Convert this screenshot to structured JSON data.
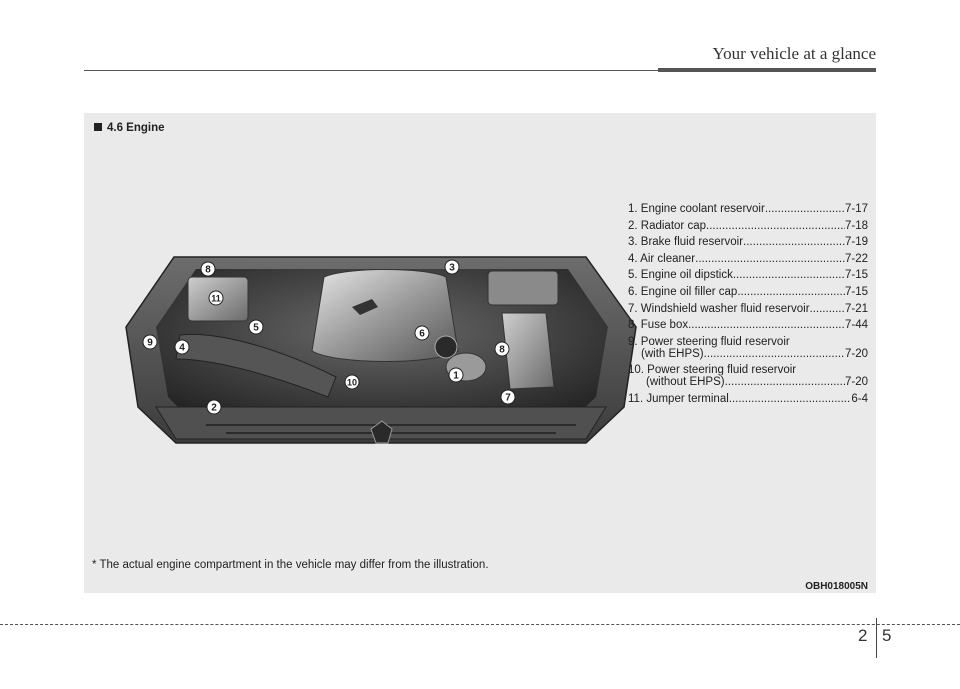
{
  "header": {
    "title": "Your vehicle at a glance"
  },
  "section": {
    "title": "4.6 Engine"
  },
  "parts": [
    {
      "label": "1. Engine coolant reservoir",
      "page": "7-17"
    },
    {
      "label": "2. Radiator cap",
      "page": "7-18"
    },
    {
      "label": "3. Brake fluid reservoir",
      "page": "7-19"
    },
    {
      "label": "4. Air cleaner",
      "page": "7-22"
    },
    {
      "label": "5. Engine oil dipstick",
      "page": "7-15"
    },
    {
      "label": "6. Engine oil filler cap",
      "page": "7-15"
    },
    {
      "label": "7. Windshield washer fluid reservoir",
      "page": "7-21"
    },
    {
      "label": "8. Fuse box",
      "page": "7-44"
    },
    {
      "label": "9. Power steering fluid reservoir",
      "sub": "(with EHPS)",
      "page": "7-20"
    },
    {
      "label": "10. Power steering fluid reservoir",
      "sub": "(without EHPS)",
      "page": "7-20"
    },
    {
      "label": "11. Jumper terminal",
      "page": "6-4"
    }
  ],
  "callouts": [
    "1",
    "2",
    "3",
    "4",
    "5",
    "6",
    "7",
    "8",
    "8",
    "9",
    "10",
    "11"
  ],
  "footnote": "* The actual engine compartment in the vehicle may differ from the illustration.",
  "image_code": "OBH018005N",
  "page_number": {
    "chapter": "2",
    "page": "5"
  },
  "colors": {
    "panel": "#eaeaea",
    "engine_dark": "#3a3a3a",
    "callout_fill": "#ffffff"
  }
}
